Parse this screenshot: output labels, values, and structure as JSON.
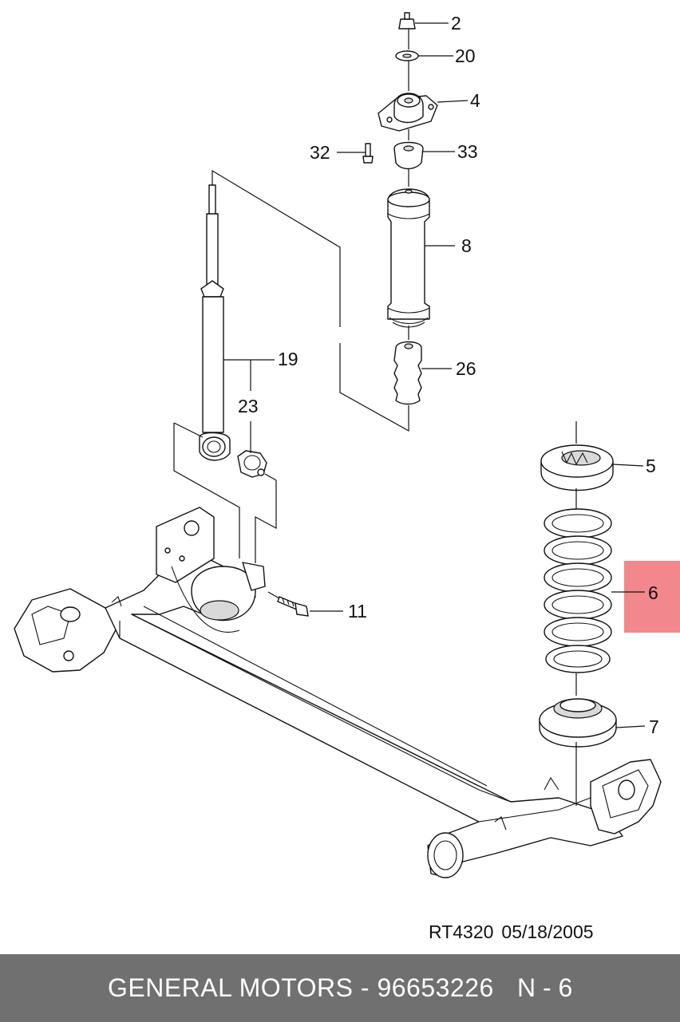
{
  "callouts": [
    {
      "id": "nut",
      "number": "2"
    },
    {
      "id": "washer",
      "number": "20"
    },
    {
      "id": "mount",
      "number": "4"
    },
    {
      "id": "bolt-32",
      "number": "32"
    },
    {
      "id": "bushing",
      "number": "33"
    },
    {
      "id": "dust-boot",
      "number": "8"
    },
    {
      "id": "shock",
      "number": "19"
    },
    {
      "id": "shock-bushing",
      "number": "23"
    },
    {
      "id": "bump-stop",
      "number": "26"
    },
    {
      "id": "upper-seat",
      "number": "5"
    },
    {
      "id": "coil-spring",
      "number": "6"
    },
    {
      "id": "bolt-11",
      "number": "11"
    },
    {
      "id": "lower-seat",
      "number": "7"
    }
  ],
  "highlight": {
    "part_number": "6",
    "color": "#f2888d"
  },
  "doc_ref": {
    "code": "RT4320",
    "date": "05/18/2005"
  },
  "footer": {
    "brand_line": "GENERAL MOTORS - 96653226",
    "page_ref": "N - 6",
    "background": "#707070"
  }
}
